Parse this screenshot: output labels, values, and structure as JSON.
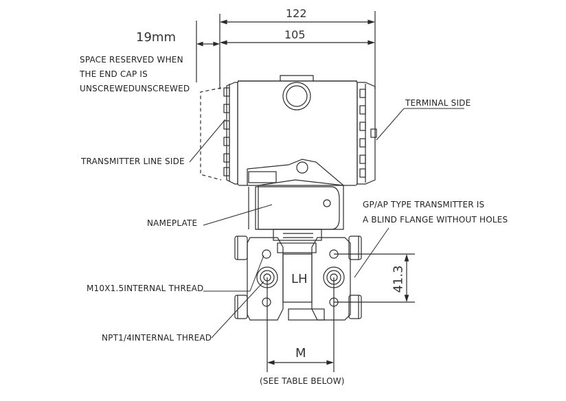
{
  "dimensions": {
    "overall_width": "122",
    "body_width": "105",
    "end_cap_space": "19mm",
    "flange_height": "41.3",
    "m_label": "M",
    "lh_label": "LH"
  },
  "callouts": {
    "space_reserved_line1": "SPACE RESERVED WHEN",
    "space_reserved_line2": "THE END CAP IS",
    "space_reserved_line3": "UNSCREWEDUNSCREWED",
    "terminal_side": "TERMINAL SIDE",
    "transmitter_line_side": "TRANSMITTER LINE SIDE",
    "nameplate": "NAMEPLATE",
    "gp_ap_line1": "GP/AP TYPE TRANSMITTER IS",
    "gp_ap_line2": "A BLIND FLANGE WITHOUT HOLES",
    "m10_thread": "M10X1.5INTERNAL THREAD",
    "npt_thread": "NPT1/4INTERNAL THREAD",
    "see_table": "(SEE TABLE BELOW)"
  },
  "colors": {
    "line": "#2a2a2a",
    "text": "#222222",
    "background": "#ffffff"
  }
}
